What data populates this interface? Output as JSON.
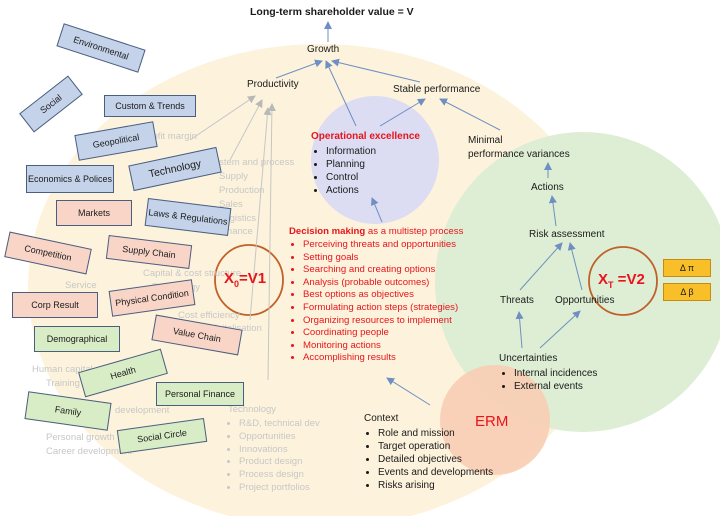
{
  "top": {
    "title": "Long-term shareholder value = V"
  },
  "hierarchy": {
    "growth": "Growth",
    "productivity": "Productivity",
    "stable_performance": "Stable performance",
    "minimal_variances_1": "Minimal",
    "minimal_variances_2": "performance variances",
    "actions": "Actions",
    "risk_assessment": "Risk assessment",
    "threats": "Threats",
    "opportunities": "Opportunities"
  },
  "operational_excellence": {
    "title": "Operational excellence",
    "items": [
      "Information",
      "Planning",
      "Control",
      "Actions"
    ]
  },
  "decision_making": {
    "title_bold": "Decision making",
    "title_rest": " as a multistep process",
    "steps": [
      "Perceiving threats and opportunities",
      "Setting goals",
      "Searching and creating options",
      "Analysis (probable outcomes)",
      "Best options as objectives",
      "Formulating action steps (strategies)",
      "Organizing resources to implement",
      "Coordinating people",
      "Monitoring actions",
      "Accomplishing results"
    ]
  },
  "uncertainties": {
    "title": "Uncertainties",
    "items": [
      "Internal incidences",
      "External events"
    ]
  },
  "context": {
    "title": "Context",
    "items": [
      "Role and mission",
      "Target operation",
      "Detailed objectives",
      "Events and developments",
      "Risks arising"
    ]
  },
  "erm_label": "ERM",
  "x0": {
    "base": "X",
    "sub": "0",
    "rest": "=V1"
  },
  "xt": {
    "base": "X",
    "sub": "T",
    "rest": " =V2"
  },
  "delta": {
    "pi": "Δ π",
    "beta": "Δ β"
  },
  "faded_background": {
    "profit_margin": "Profit margin",
    "system_process": "System and process",
    "supply": "Supply",
    "production": "Production",
    "sales": "Sales",
    "logistics": "Logistics",
    "finance": "Finance",
    "capital": "Capital & cost structure",
    "technology_left": "Technology",
    "cost_efficiency": "Cost efficiency",
    "digitalisation": "Digitalisation",
    "service": "Service",
    "human_capital": "Human capital",
    "training": "Training",
    "development": "development",
    "personal_growth": "Personal growth",
    "career_development": "Career development",
    "tech_title": "Technology",
    "tech_items": [
      "R&D, technical dev",
      "Opportunities",
      "Innovations",
      "Product design",
      "Process design",
      "Project portfolios"
    ]
  },
  "factor_boxes": {
    "environmental": "Environmental",
    "social": "Social",
    "custom_trends": "Custom & Trends",
    "geopolitical": "Geopolitical",
    "economics": "Economics & Polices",
    "technology": "Technology",
    "markets": "Markets",
    "laws": "Laws & Regulations",
    "competition": "Competition",
    "supply_chain": "Supply Chain",
    "corp_result": "Corp Result",
    "physical_condition": "Physical Condition",
    "value_chain": "Value Chain",
    "demographical": "Demographical",
    "health": "Health",
    "personal_finance": "Personal Finance",
    "family": "Family",
    "social_circle": "Social Circle"
  },
  "colors": {
    "outer_circle": "#fdf3dc",
    "right_circle": "#dcedd3",
    "opex_circle": "#dcdcf3",
    "erm_circle": "#f8cdb4",
    "accent_red": "#e8141c",
    "ring_brown": "#c0612a",
    "arrow_blue": "#6f8fc2"
  }
}
